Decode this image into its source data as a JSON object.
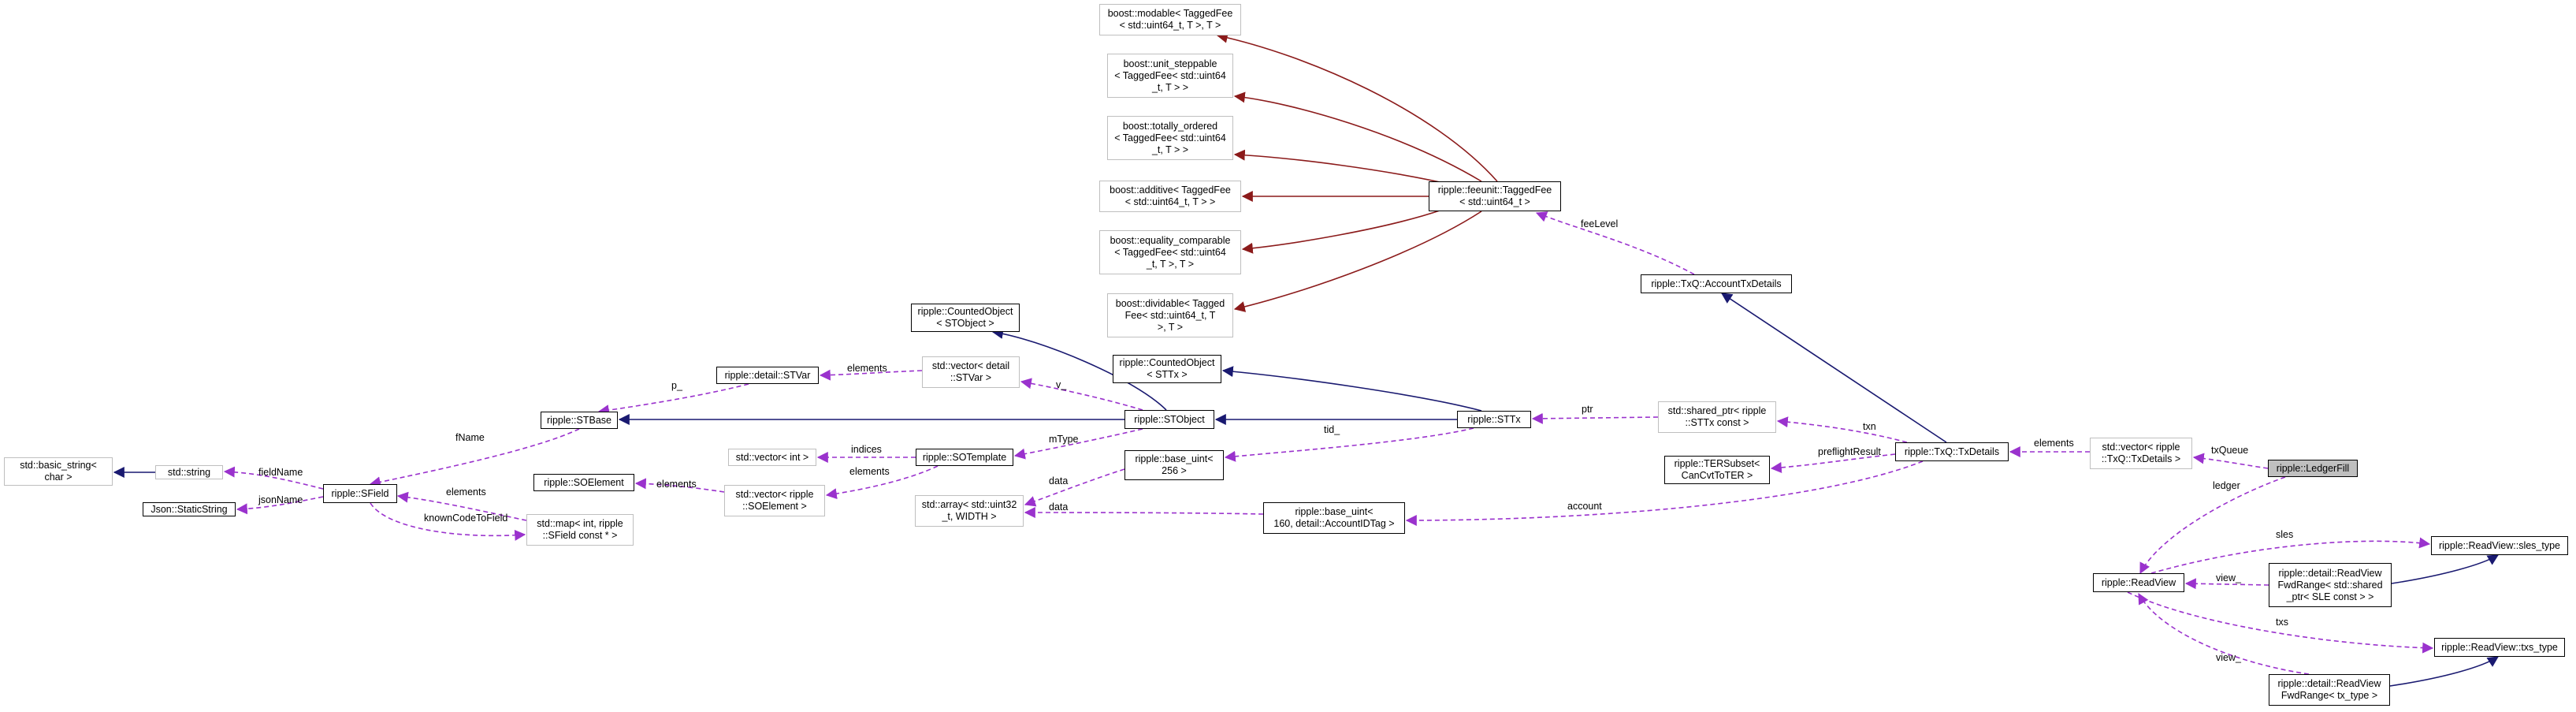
{
  "nodes": {
    "std_basic_string": [
      "std::basic_string<",
      "char >"
    ],
    "std_string": [
      "std::string"
    ],
    "json_staticstring": [
      "Json::StaticString"
    ],
    "ripple_sfield": [
      "ripple::SField"
    ],
    "ripple_stbase": [
      "ripple::STBase"
    ],
    "ripple_detail_stvar": [
      "ripple::detail::STVar"
    ],
    "vector_stvar": [
      "std::vector< detail",
      "::STVar >"
    ],
    "counted_stobject": [
      "ripple::CountedObject",
      "< STObject >"
    ],
    "counted_sttx": [
      "ripple::CountedObject",
      "< STTx >"
    ],
    "ripple_stobject": [
      "ripple::STObject"
    ],
    "ripple_sttx": [
      "ripple::STTx"
    ],
    "vector_int": [
      "std::vector< int >"
    ],
    "ripple_sotemplate": [
      "ripple::SOTemplate"
    ],
    "ripple_soelement": [
      "ripple::SOElement"
    ],
    "vector_soelement": [
      "std::vector< ripple",
      "::SOElement >"
    ],
    "map_int_sfield": [
      "std::map< int, ripple",
      "::SField const * >"
    ],
    "base_uint_256": [
      "ripple::base_uint<",
      "256 >"
    ],
    "std_array": [
      "std::array< std::uint32",
      "_t, WIDTH >"
    ],
    "base_uint_160": [
      "ripple::base_uint<",
      "160, detail::AccountIDTag >"
    ],
    "boost_modable": [
      "boost::modable< TaggedFee",
      "< std::uint64_t, T >, T >"
    ],
    "boost_unit_steppable": [
      "boost::unit_steppable",
      "< TaggedFee< std::uint64",
      "_t, T > >"
    ],
    "boost_totally_ordered": [
      "boost::totally_ordered",
      "< TaggedFee< std::uint64",
      "_t, T > >"
    ],
    "boost_additive": [
      "boost::additive< TaggedFee",
      "< std::uint64_t, T > >"
    ],
    "boost_equality_comparable": [
      "boost::equality_comparable",
      "< TaggedFee< std::uint64",
      "_t, T >, T >"
    ],
    "boost_dividable": [
      "boost::dividable< Tagged",
      "Fee< std::uint64_t, T",
      ">, T >"
    ],
    "tagged_fee": [
      "ripple::feeunit::TaggedFee",
      "< std::uint64_t >"
    ],
    "accounttxdetails": [
      "ripple::TxQ::AccountTxDetails"
    ],
    "shared_ptr_sttx": [
      "std::shared_ptr< ripple",
      "::STTx const >"
    ],
    "tersubset": [
      "ripple::TERSubset<",
      "CanCvtToTER >"
    ],
    "txdetails": [
      "ripple::TxQ::TxDetails"
    ],
    "vector_txdetails": [
      "std::vector< ripple",
      "::TxQ::TxDetails >"
    ],
    "ledgerfill": [
      "ripple::LedgerFill"
    ],
    "readview": [
      "ripple::ReadView"
    ],
    "sles_type": [
      "ripple::ReadView::sles_type"
    ],
    "fwdrange_sle": [
      "ripple::detail::ReadView",
      "FwdRange< std::shared",
      "_ptr< SLE const > >"
    ],
    "txs_type": [
      "ripple::ReadView::txs_type"
    ],
    "fwdrange_tx": [
      "ripple::detail::ReadView",
      "FwdRange< tx_type >"
    ]
  },
  "edge_labels": {
    "fName": "fName",
    "fieldName": "fieldName",
    "jsonName": "jsonName",
    "elements_sfield": "elements",
    "knownCodeToField": "knownCodeToField",
    "p_": "p_",
    "elements_stvar": "elements",
    "v_": "v_",
    "mType": "mType",
    "indices": "indices",
    "elements_soelement": "elements",
    "elements_sotemplate": "elements",
    "data_256": "data",
    "data_160": "data",
    "tid_": "tid_",
    "ptr": "ptr",
    "txn": "txn",
    "preflightResult": "preflightResult",
    "account": "account",
    "feeLevel": "feeLevel",
    "elements_txdetails": "elements",
    "txQueue": "txQueue",
    "ledger": "ledger",
    "sles": "sles",
    "view_1": "view_",
    "txs": "txs",
    "view_2": "view_"
  },
  "colors": {
    "inheritance": "#191970",
    "template_inheritance": "#8b1a1a",
    "usage": "#9a32cd",
    "highlight_fill": "#bfbfbf",
    "faded_border": "#bfbfbf"
  }
}
